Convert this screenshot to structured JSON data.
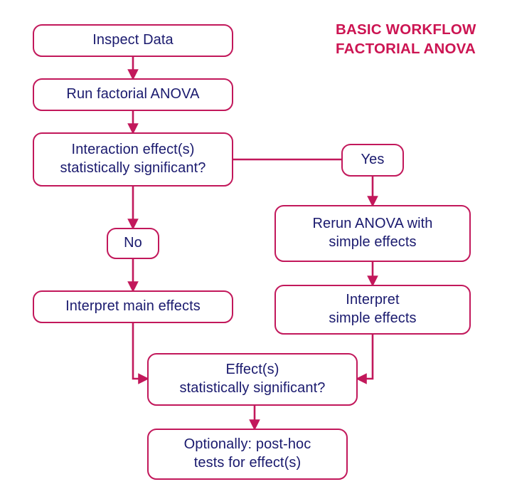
{
  "diagram": {
    "title_line1": "BASIC WORKFLOW",
    "title_line2": "FACTORIAL ANOVA",
    "accent_color": "#cc1452",
    "border_color": "#c2185b",
    "text_color": "#1a1a6e",
    "background_color": "#ffffff",
    "nodes": [
      {
        "id": "inspect-data",
        "line1": "Inspect Data",
        "line2": ""
      },
      {
        "id": "run-anova",
        "line1": "Run factorial ANOVA",
        "line2": ""
      },
      {
        "id": "interaction-check",
        "line1": "Interaction effect(s)",
        "line2": "statistically significant?"
      },
      {
        "id": "yes",
        "line1": "Yes",
        "line2": ""
      },
      {
        "id": "no",
        "line1": "No",
        "line2": ""
      },
      {
        "id": "rerun-simple",
        "line1": "Rerun ANOVA with",
        "line2": "simple effects"
      },
      {
        "id": "interpret-main",
        "line1": "Interpret main effects",
        "line2": ""
      },
      {
        "id": "interpret-simple",
        "line1": "Interpret",
        "line2": "simple effects"
      },
      {
        "id": "effects-check",
        "line1": "Effect(s)",
        "line2": "statistically significant?"
      },
      {
        "id": "post-hoc",
        "line1": "Optionally: post-hoc",
        "line2": "tests for effect(s)"
      }
    ]
  }
}
